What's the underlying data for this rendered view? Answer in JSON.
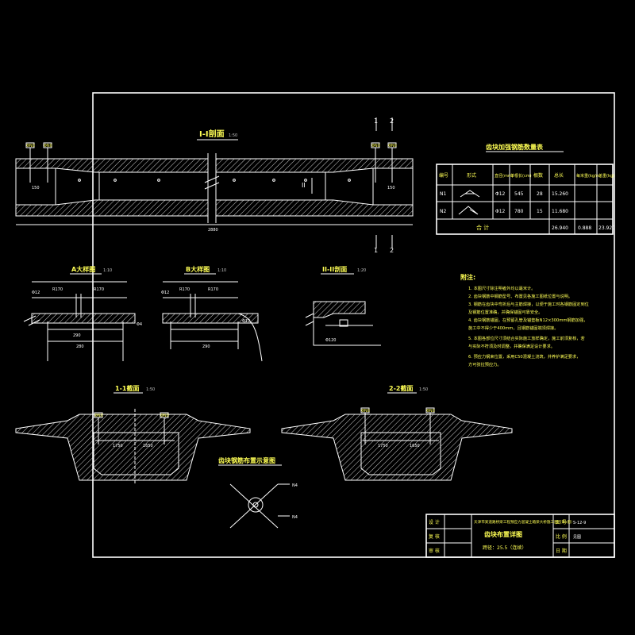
{
  "sections": {
    "main_section": {
      "title": "I-I剖面",
      "scale": "1:50",
      "length_dim": "2880",
      "cut_label_1": "1",
      "cut_label_2": "2",
      "side_label": "II",
      "bar_tag_left_1": "ΦN0",
      "bar_tag_left_2": "ΦN0",
      "bar_tag_right_1": "ΦN0",
      "bar_tag_right_2": "ΦN0",
      "dim_left": "150",
      "dim_right": "150"
    },
    "detail_a": {
      "title": "A大样图",
      "scale": "1:10",
      "dims": [
        "R170",
        "R170",
        "Φ12",
        "290",
        "Φ4",
        "280"
      ]
    },
    "detail_b": {
      "title": "B大样图",
      "scale": "1:10",
      "dims": [
        "Φ12",
        "R170",
        "R170",
        "Φ12",
        "290"
      ]
    },
    "detail_ii": {
      "title": "II-II剖面",
      "scale": "1:20",
      "dims": [
        "Φ120"
      ]
    },
    "section_1": {
      "title": "1-1截面",
      "scale": "1:50",
      "dims": [
        "1750",
        "1650"
      ],
      "tags": [
        "ΦN0",
        "ΦN0"
      ]
    },
    "section_2": {
      "title": "2-2截面",
      "scale": "1:50",
      "dims": [
        "1750",
        "1650"
      ],
      "tags": [
        "ΦN0",
        "ΦN0"
      ]
    },
    "tendon_detail": {
      "title": "齿块钢筋布置示意图",
      "labels": [
        "N4",
        "N4"
      ]
    }
  },
  "rebar_table": {
    "title": "齿块加强钢筋数量表",
    "headers": [
      "编号",
      "形式",
      "直径(mm)",
      "单根长(cm)",
      "根数",
      "总长",
      "每米重(kg/m)",
      "总重(kg)"
    ],
    "rows": [
      {
        "id": "N1",
        "dia": "Φ12",
        "len": "545",
        "count": "28",
        "total": "15.260",
        "unit_w": "",
        "weight": ""
      },
      {
        "id": "N2",
        "dia": "Φ12",
        "len": "780",
        "count": "15",
        "total": "11.680",
        "unit_w": "",
        "weight": ""
      }
    ],
    "total_label": "合 计",
    "total_len": "26.940",
    "total_unit_w": "0.888",
    "total_weight": "23.920"
  },
  "notes": {
    "title": "附注:",
    "items": [
      "1. 本图尺寸除注明者外均以毫米计。",
      "2. 齿块钢筋中钢筋型号、布置见各施工图纸位置与说明。",
      "3. 钢筋在齿块中弯折后与主筋焊接，以便于施工时各钢筋固定到位",
      "   及钢筋位置准确，并确保锚固可靠安全。",
      "4. 齿块钢筋锚固，在预留孔管及锚垫板N12×300mm钢筋加强，",
      "   施工中不得少于400mm，且钢筋锚固端须焊接。",
      "5. 本图各部位尺寸须结合实际施工放样确定，施工前须复核，若",
      "   与实际不符须及时调整，并确保满足设计要求。",
      "6. 预应力钢束位置，采用C50混凝土浇筑，并养护满足要求，",
      "   方可张拉预应力。"
    ]
  },
  "title_block": {
    "row_labels": [
      "设 计",
      "复 核",
      "审 核"
    ],
    "project": "天津市某道路桥梁工程预应力混凝土箱梁大桥施工图（第x册）",
    "drawing_name": "齿块布置详图",
    "spec": "跨径：25.5（连续）",
    "right_labels": [
      "图 号",
      "比 例",
      "日 期"
    ],
    "right_values": [
      "S-12-9",
      "见图",
      ""
    ]
  }
}
